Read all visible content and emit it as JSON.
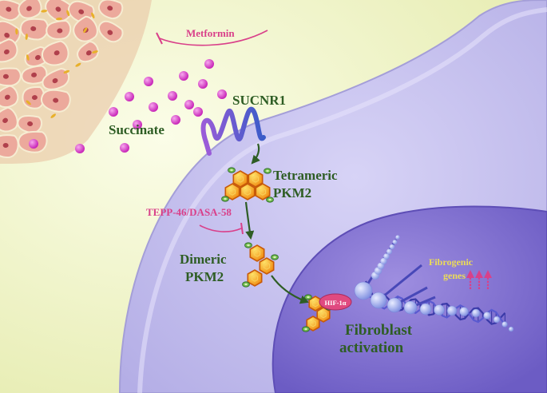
{
  "labels": {
    "metformin": "Metformin",
    "sucnr1": "SUCNR1",
    "succinate": "Succinate",
    "tetrameric_line1": "Tetrameric",
    "tetrameric_line2": "PKM2",
    "tepp": "TEPP-46/DASA-58",
    "dimeric_line1": "Dimeric",
    "dimeric_line2": "PKM2",
    "hif": "HIF-1α",
    "fibrogenic_line1": "Fibrogenic",
    "fibrogenic_line2": "genes",
    "fibroblast_line1": "Fibroblast",
    "fibroblast_line2": "activation"
  },
  "colors": {
    "background": "#eef2c4",
    "cell": "#c4c0ec",
    "nucleus": "#8a78d2",
    "tissue": "#e9b0a4",
    "succinate_dot": "#d63cc8",
    "arrow": "#2e5d24",
    "inhibitor": "#d9408a",
    "label_green": "#2e5d24",
    "label_pink": "#d9408a",
    "label_yellow": "#ecdc58",
    "dna": "#4f4cc8",
    "hif": "#e04a80"
  }
}
